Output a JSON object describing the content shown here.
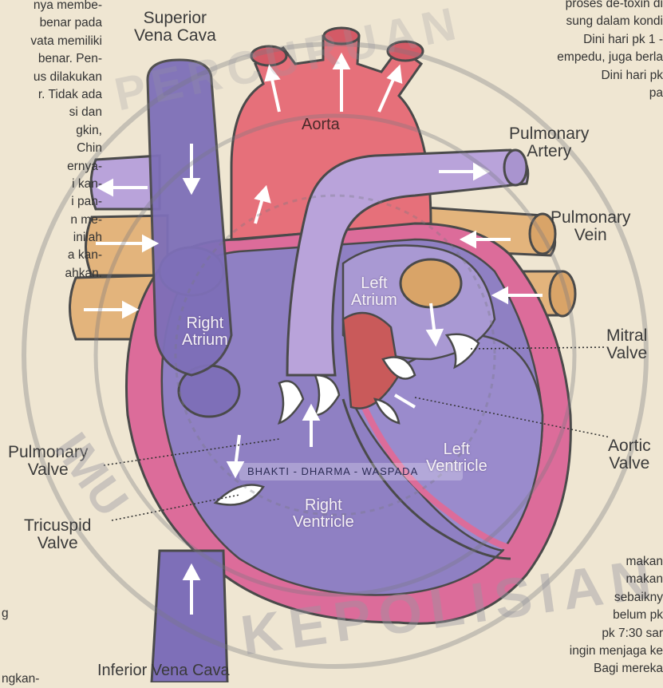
{
  "labels": {
    "superior_vena_cava": [
      "Superior",
      "Vena Cava"
    ],
    "aorta": "Aorta",
    "pulmonary_artery": [
      "Pulmonary",
      "Artery"
    ],
    "pulmonary_vein": [
      "Pulmonary",
      "Vein"
    ],
    "left_atrium": [
      "Left",
      "Atrium"
    ],
    "right_atrium": [
      "Right",
      "Atrium"
    ],
    "mitral_valve": [
      "Mitral",
      "Valve"
    ],
    "aortic_valve": [
      "Aortic",
      "Valve"
    ],
    "pulmonary_valve": [
      "Pulmonary",
      "Valve"
    ],
    "tricuspid_valve": [
      "Tricuspid",
      "Valve"
    ],
    "left_ventricle": [
      "Left",
      "Ventricle"
    ],
    "right_ventricle": [
      "Right",
      "Ventricle"
    ],
    "inferior_vena_cava": "Inferior Vena Cava"
  },
  "watermark": {
    "motto": "BHAKTI - DHARMA - WASPADA",
    "ring_bottom": "KEPOLISIAN",
    "ring_left": "IMU",
    "ring_top": "PERCURUAN"
  },
  "article_left_lines": [
    "nya membe-",
    "benar pada",
    "vata memiliki",
    "benar.  Pen-",
    "us dilakukan",
    "r. Tidak ada",
    "si dan",
    "gkin,",
    "Chin",
    "ernya-",
    "i kan-",
    "i pan-",
    "n me-",
    "inilah",
    "a kan-",
    "ahkan."
  ],
  "article_left_bottom": [
    "g",
    "ngkan-"
  ],
  "article_right_top": [
    "proses de-toxin di",
    "sung dalam kondi",
    "Dini hari pk 1 -",
    "empedu, juga berla",
    "Dini  hari  pk",
    "pa"
  ],
  "article_right_bottom": [
    "makan",
    "makan",
    "sebaikny",
    "belum pk",
    "pk 7:30 sar",
    "ingin menjaga ke",
    "Bagi mereka"
  ],
  "colors": {
    "aorta": "#e6707a",
    "vein_blue": "#7e6fb8",
    "pulm_artery": "#b9a3da",
    "pulm_vein": "#e3b47c",
    "heart_pink": "#dc6c9a",
    "heart_inner": "#8f80c3",
    "heart_inner_light": "#a999d3",
    "paper": "#efe6d2"
  }
}
